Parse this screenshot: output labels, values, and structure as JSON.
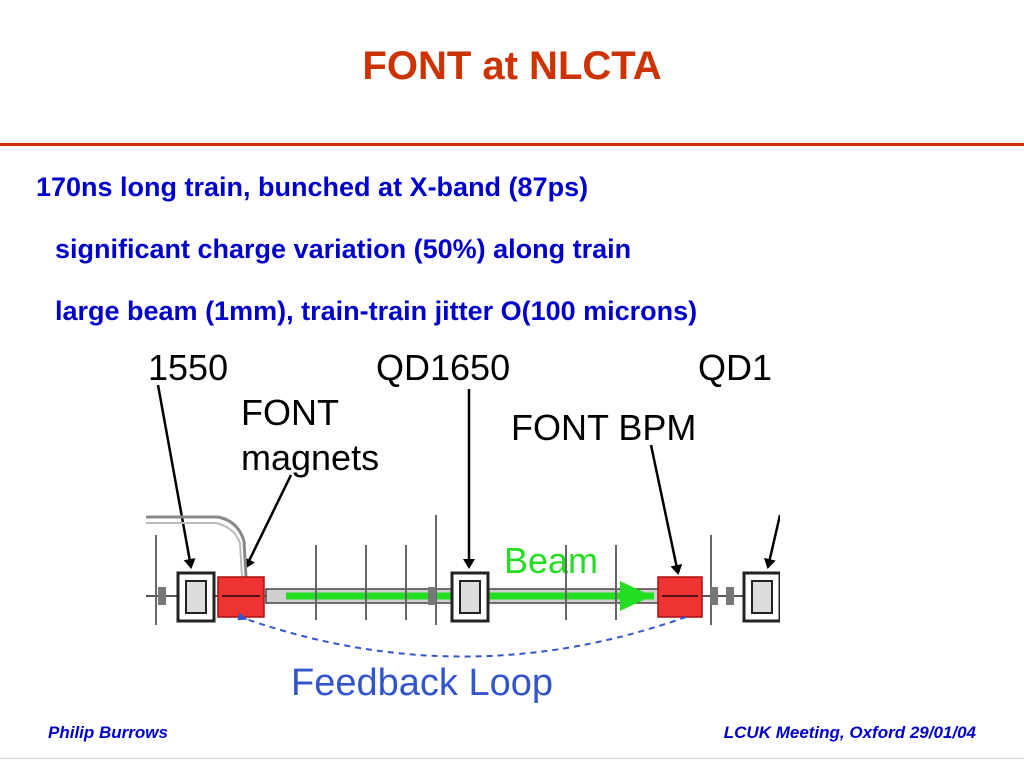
{
  "slide": {
    "title": "FONT at NLCTA",
    "bullets": [
      "170ns long train, bunched at X-band (87ps)",
      "significant charge variation (50%) along train",
      "large beam (1mm), train-train jitter O(100 microns)"
    ]
  },
  "diagram": {
    "labels": {
      "quad_left": "1550",
      "quad_mid": "QD1650",
      "quad_right": "QD1",
      "font_magnets_line1": "FONT",
      "font_magnets_line2": "magnets",
      "font_bpm": "FONT BPM",
      "beam": "Beam",
      "feedback_loop": "Feedback Loop"
    },
    "colors": {
      "beam": "#22dd22",
      "font_element": "#ee3333",
      "loop": "#3355cc"
    }
  },
  "footer": {
    "left": "Philip Burrows",
    "right": "LCUK Meeting, Oxford 29/01/04"
  }
}
